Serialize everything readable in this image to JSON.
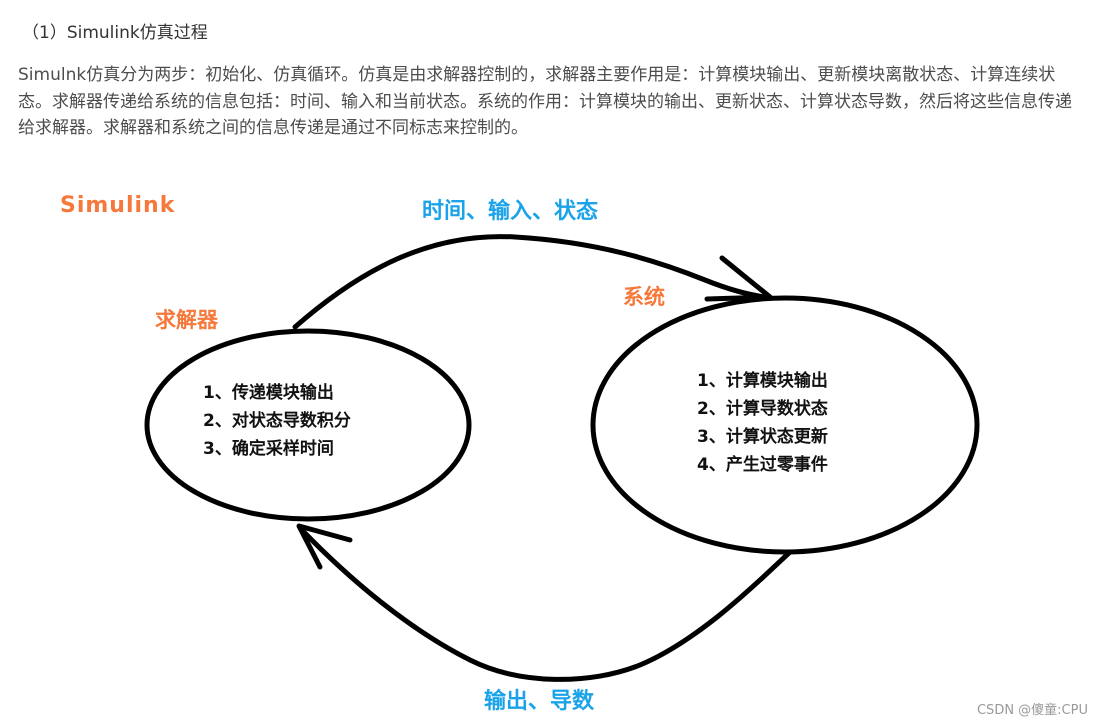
{
  "article": {
    "heading": "（1）Simulink仿真过程",
    "paragraph": "Simulnk仿真分为两步：初始化、仿真循环。仿真是由求解器控制的，求解器主要作用是：计算模块输出、更新模块离散状态、计算连续状态。求解器传递给系统的信息包括：时间、输入和当前状态。系统的作用：计算模块的输出、更新状态、计算状态导数，然后将这些信息传递给求解器。求解器和系统之间的信息传递是通过不同标志来控制的。"
  },
  "diagram": {
    "title": "Simulink",
    "solver": {
      "label": "求解器",
      "items": [
        "1、传递模块输出",
        "2、对状态导数积分",
        "3、确定采样时间"
      ]
    },
    "system": {
      "label": "系统",
      "items": [
        "1、计算模块输出",
        "2、计算导数状态",
        "3、计算状态更新",
        "4、产生过零事件"
      ]
    },
    "top_arrow_label": "时间、输入、状态",
    "bottom_arrow_label": "输出、导数",
    "colors": {
      "title": "#f5793b",
      "node_label": "#f5793b",
      "arrow_label": "#1aa3e8",
      "stroke": "#000000",
      "item_text": "#111111"
    }
  },
  "watermark": "CSDN @傻童:CPU"
}
